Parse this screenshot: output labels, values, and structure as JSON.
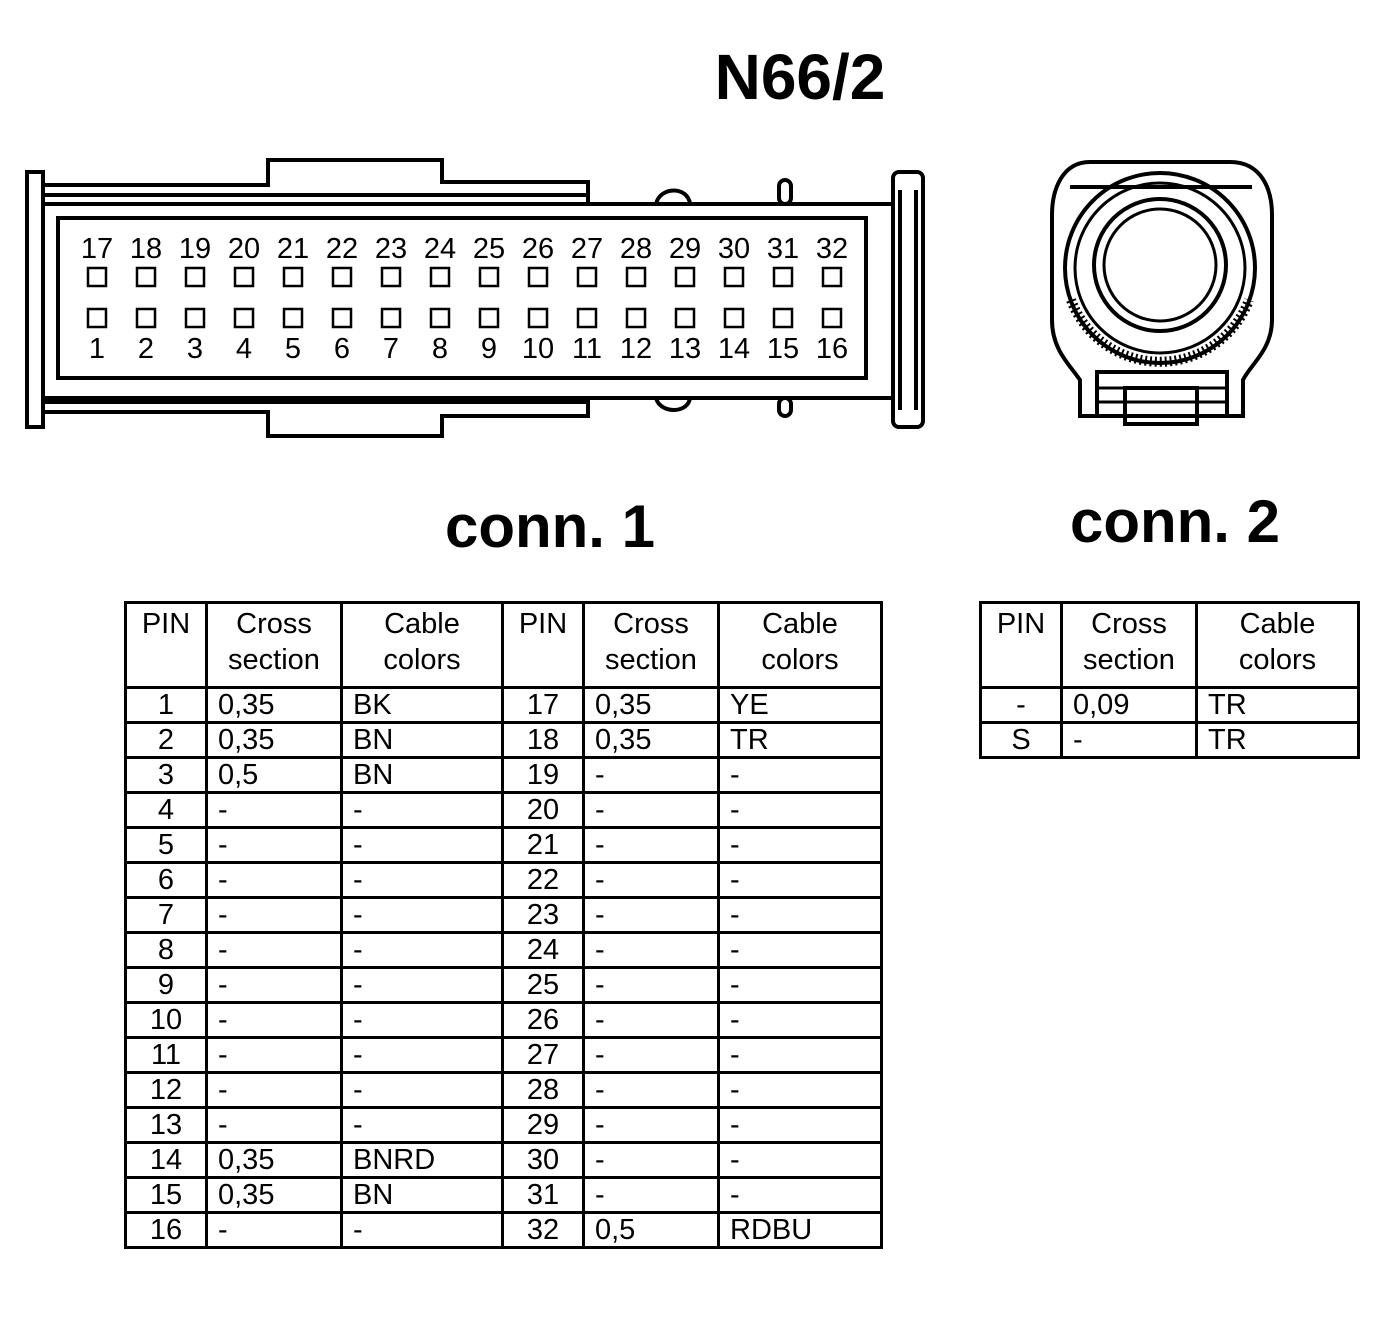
{
  "title": "N66/2",
  "connector1": {
    "label": "conn. 1",
    "top_row_pins": [
      "17",
      "18",
      "19",
      "20",
      "21",
      "22",
      "23",
      "24",
      "25",
      "26",
      "27",
      "28",
      "29",
      "30",
      "31",
      "32"
    ],
    "bottom_row_pins": [
      "1",
      "2",
      "3",
      "4",
      "5",
      "6",
      "7",
      "8",
      "9",
      "10",
      "11",
      "12",
      "13",
      "14",
      "15",
      "16"
    ]
  },
  "connector2": {
    "label": "conn. 2"
  },
  "table1": {
    "headers": {
      "pin": "PIN",
      "cross_section": "Cross section",
      "cable_colors": "Cable colors"
    },
    "rows": [
      {
        "pin_a": "1",
        "cs_a": "0,35",
        "color_a": "BK",
        "pin_b": "17",
        "cs_b": "0,35",
        "color_b": "YE"
      },
      {
        "pin_a": "2",
        "cs_a": "0,35",
        "color_a": "BN",
        "pin_b": "18",
        "cs_b": "0,35",
        "color_b": "TR"
      },
      {
        "pin_a": "3",
        "cs_a": "0,5",
        "color_a": "BN",
        "pin_b": "19",
        "cs_b": "-",
        "color_b": "-"
      },
      {
        "pin_a": "4",
        "cs_a": "-",
        "color_a": "-",
        "pin_b": "20",
        "cs_b": "-",
        "color_b": "-"
      },
      {
        "pin_a": "5",
        "cs_a": "-",
        "color_a": "-",
        "pin_b": "21",
        "cs_b": "-",
        "color_b": "-"
      },
      {
        "pin_a": "6",
        "cs_a": "-",
        "color_a": "-",
        "pin_b": "22",
        "cs_b": "-",
        "color_b": "-"
      },
      {
        "pin_a": "7",
        "cs_a": "-",
        "color_a": "-",
        "pin_b": "23",
        "cs_b": "-",
        "color_b": "-"
      },
      {
        "pin_a": "8",
        "cs_a": "-",
        "color_a": "-",
        "pin_b": "24",
        "cs_b": "-",
        "color_b": "-"
      },
      {
        "pin_a": "9",
        "cs_a": "-",
        "color_a": "-",
        "pin_b": "25",
        "cs_b": "-",
        "color_b": "-"
      },
      {
        "pin_a": "10",
        "cs_a": "-",
        "color_a": "-",
        "pin_b": "26",
        "cs_b": "-",
        "color_b": "-"
      },
      {
        "pin_a": "11",
        "cs_a": "-",
        "color_a": "-",
        "pin_b": "27",
        "cs_b": "-",
        "color_b": "-"
      },
      {
        "pin_a": "12",
        "cs_a": "-",
        "color_a": "-",
        "pin_b": "28",
        "cs_b": "-",
        "color_b": "-"
      },
      {
        "pin_a": "13",
        "cs_a": "-",
        "color_a": "-",
        "pin_b": "29",
        "cs_b": "-",
        "color_b": "-"
      },
      {
        "pin_a": "14",
        "cs_a": "0,35",
        "color_a": "BNRD",
        "pin_b": "30",
        "cs_b": "-",
        "color_b": "-"
      },
      {
        "pin_a": "15",
        "cs_a": "0,35",
        "color_a": "BN",
        "pin_b": "31",
        "cs_b": "-",
        "color_b": "-"
      },
      {
        "pin_a": "16",
        "cs_a": "-",
        "color_a": "-",
        "pin_b": "32",
        "cs_b": "0,5",
        "color_b": "RDBU"
      }
    ]
  },
  "table2": {
    "headers": {
      "pin": "PIN",
      "cross_section": "Cross section",
      "cable_colors": "Cable colors"
    },
    "rows": [
      {
        "pin": "-",
        "cs": "0,09",
        "color": "TR"
      },
      {
        "pin": "S",
        "cs": "-",
        "color": "TR"
      }
    ]
  }
}
